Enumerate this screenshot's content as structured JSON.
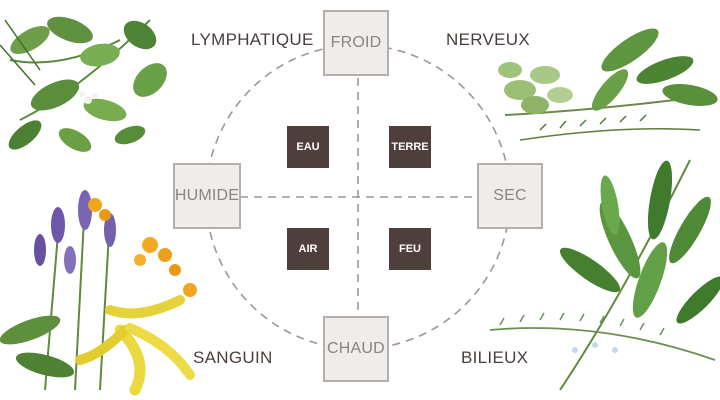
{
  "temperaments": {
    "top": "FROID",
    "left": "HUMIDE",
    "right": "SEC",
    "bottom": "CHAUD"
  },
  "elements": {
    "top_left": "EAU",
    "top_right": "TERRE",
    "bottom_left": "AIR",
    "bottom_right": "FEU"
  },
  "constitutions": {
    "top_left": "LYMPHATIQUE",
    "top_right": "NERVEUX",
    "bottom_left": "SANGUIN",
    "bottom_right": "BILIEUX"
  },
  "colors": {
    "element_box": "#4e3e3c",
    "temperament_box_fill": "#efedec",
    "temperament_box_border": "#b6aeab",
    "temperament_text": "#8d8380",
    "label_text": "#4a3e3c",
    "dashed_line": "#9e9694"
  },
  "images": {
    "top_left": "green-herb-sprigs-illustration",
    "top_right": "oregano-and-rosemary-illustration",
    "bottom_left": "lavender-tansy-ylang-flowers-illustration",
    "bottom_right": "eucalyptus-and-rosemary-illustration"
  }
}
